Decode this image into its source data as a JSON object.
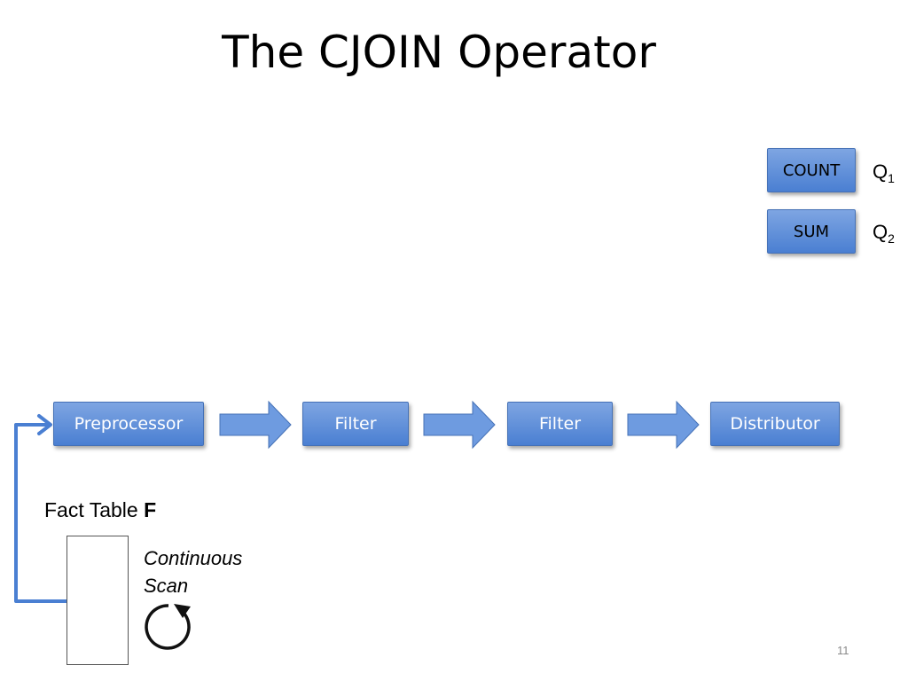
{
  "title": "The CJOIN Operator",
  "aggregates": [
    {
      "label": "COUNT",
      "query": "Q",
      "sub": "1"
    },
    {
      "label": "SUM",
      "query": "Q",
      "sub": "2"
    }
  ],
  "pipeline": {
    "preprocessor": "Preprocessor",
    "filter1": "Filter",
    "filter2": "Filter",
    "distributor": "Distributor"
  },
  "fact_table": {
    "prefix": "Fact Table ",
    "name": "F"
  },
  "scan": {
    "line1": "Continuous",
    "line2": "Scan"
  },
  "slide_number": "11",
  "colors": {
    "box_top": "#7ea5e2",
    "box_bottom": "#4a7fd2",
    "arrow": "#4a7fd2"
  }
}
